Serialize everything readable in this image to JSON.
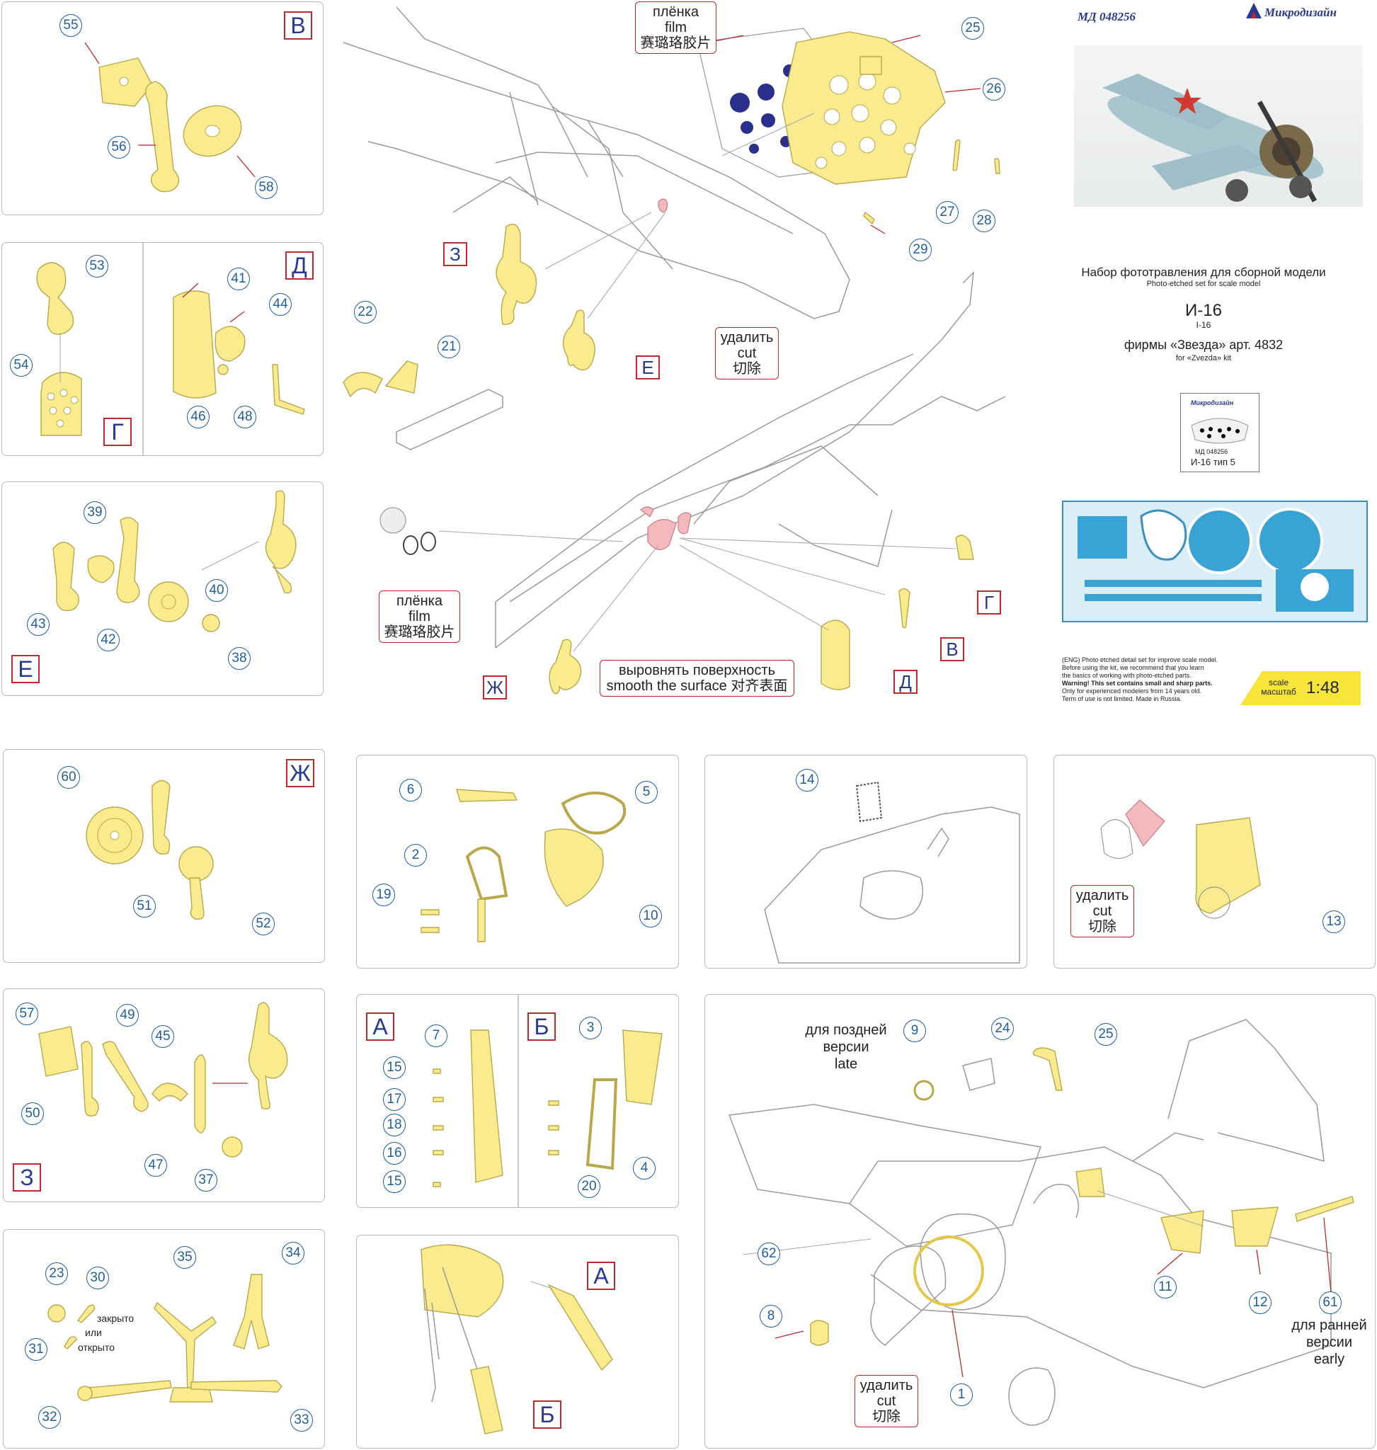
{
  "header": {
    "code": "МД 048256",
    "brand": "Микродизайн",
    "title_ru": "Набор фототравления для сборной модели",
    "title_en": "Photo-etched set for scale model",
    "model": "И-16",
    "model_en": "I-16",
    "firm_ru": "фирмы «Звезда» арт. 4832",
    "firm_en": "for «Zvezda» kit",
    "box_brand": "Микродизайн",
    "box_code": "МД 048256",
    "box_type": "И-16 тип 5"
  },
  "warning": {
    "line1": "(ENG) Photo etched detail set for improve scale model.",
    "line2": "Before using the kit, we recommend that you learn",
    "line3": "the basics of working with photo-etched parts.",
    "line4": "Warning! This set contains small and sharp parts.",
    "line5": "Only for experienced modelers from 14 years old.",
    "line6": "Term of use is not limited. Made in Russia."
  },
  "scale": {
    "label_en": "scale",
    "label_ru": "масштаб",
    "value": "1:48"
  },
  "callouts": {
    "film_ru": "плёнка",
    "film_en": "film",
    "film_cn": "赛璐珞胶片",
    "cut_ru": "удалить",
    "cut_en": "cut",
    "cut_cn": "切除",
    "smooth_ru": "выровнять поверхность",
    "smooth_en": "smooth the surface 对齐表面",
    "late_ru1": "для поздней",
    "late_ru2": "версии",
    "late_en": "late",
    "early_ru1": "для ранней",
    "early_ru2": "версии",
    "early_en": "early",
    "closed": "закрыто",
    "or": "или",
    "open": "открыто"
  },
  "letters": {
    "v": "В",
    "g": "Г",
    "d": "Д",
    "e": "Е",
    "zh": "Ж",
    "z": "З",
    "a": "А",
    "b": "Б"
  },
  "numbers": {
    "n1": "1",
    "n2": "2",
    "n3": "3",
    "n4": "4",
    "n5": "5",
    "n6": "6",
    "n7": "7",
    "n8": "8",
    "n9": "9",
    "n10": "10",
    "n11": "11",
    "n12": "12",
    "n13": "13",
    "n14": "14",
    "n15": "15",
    "n16": "16",
    "n17": "17",
    "n18": "18",
    "n19": "19",
    "n20": "20",
    "n21": "21",
    "n22": "22",
    "n23": "23",
    "n24": "24",
    "n25": "25",
    "n26": "26",
    "n27": "27",
    "n28": "28",
    "n29": "29",
    "n30": "30",
    "n31": "31",
    "n32": "32",
    "n33": "33",
    "n34": "34",
    "n35": "35",
    "n37": "37",
    "n38": "38",
    "n39": "39",
    "n40": "40",
    "n41": "41",
    "n42": "42",
    "n43": "43",
    "n44": "44",
    "n45": "45",
    "n46": "46",
    "n47": "47",
    "n48": "48",
    "n49": "49",
    "n50": "50",
    "n51": "51",
    "n52": "52",
    "n53": "53",
    "n54": "54",
    "n55": "55",
    "n56": "56",
    "n57": "57",
    "n58": "58",
    "n60": "60",
    "n61": "61",
    "n62": "62"
  },
  "colors": {
    "part": "#fbeb8f",
    "pink": "#f3b9bd",
    "label_blue": "#1f5e9e",
    "letter_red": "#c0282d",
    "scale_yellow": "#f7e53a"
  }
}
